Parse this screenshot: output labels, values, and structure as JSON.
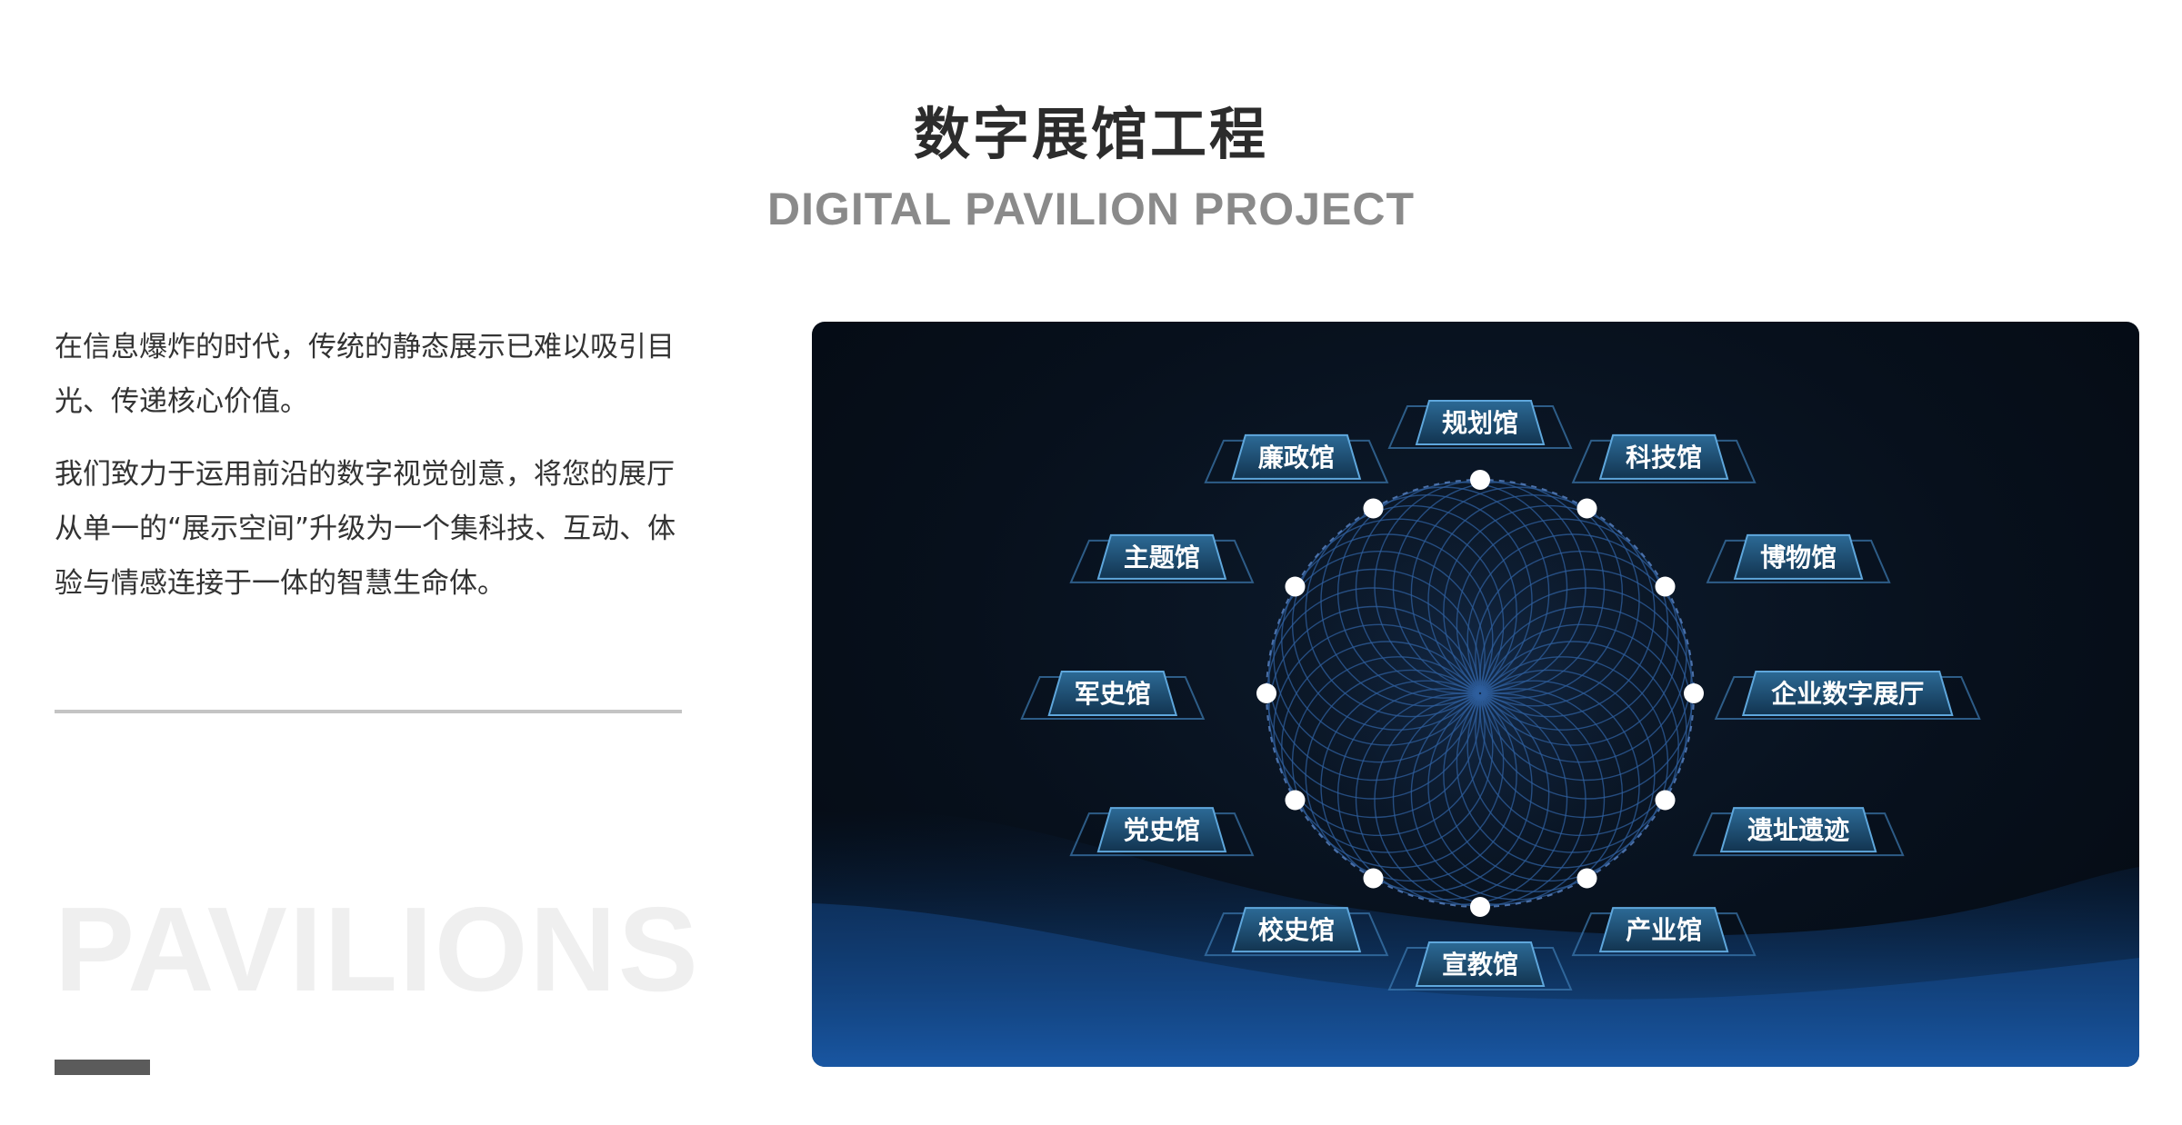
{
  "header": {
    "title": "数字展馆工程",
    "subtitle": "DIGITAL PAVILION PROJECT"
  },
  "intro": {
    "paragraph1": "在信息爆炸的时代，传统的静态展示已难以吸引目光、传递核心价值。",
    "paragraph2": "我们致力于运用前沿的数字视觉创意，将您的展厅从单一的“展示空间”升级为一个集科技、互动、体验与情感连接于一体的智慧生命体。"
  },
  "watermark": "PAVILIONS",
  "diagram": {
    "labels": [
      "规划馆",
      "科技馆",
      "博物馆",
      "企业数字展厅",
      "遗址遗迹",
      "产业馆",
      "宣教馆",
      "校史馆",
      "党史馆",
      "军史馆",
      "主题馆",
      "廉政馆"
    ]
  },
  "colors": {
    "panel_background": "#07101c",
    "label_fill": "#1f4f74",
    "node": "#ffffff",
    "ring_line": "#2f5f9e"
  }
}
